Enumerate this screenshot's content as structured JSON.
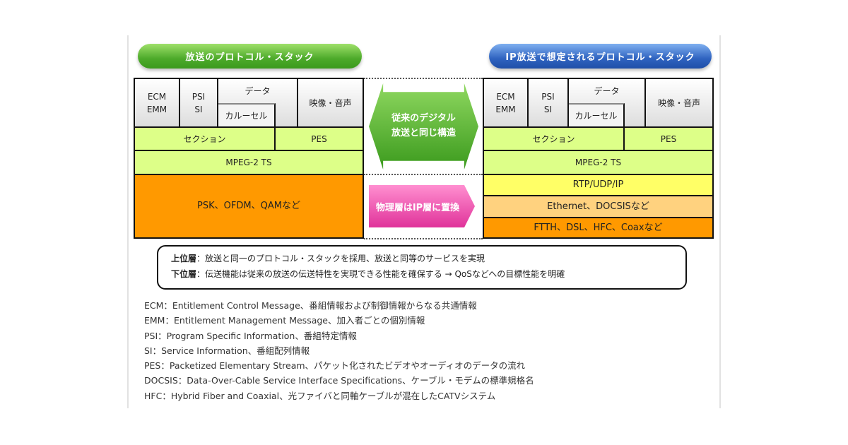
{
  "headers": {
    "left": "放送のプロトコル・スタック",
    "right": "IP放送で想定されるプロトコル・スタック"
  },
  "stack": {
    "ecm_emm": "ECM\nEMM",
    "psi_si": "PSI\nSI",
    "data": "データ",
    "carousel": "カルーセル",
    "video_audio": "映像・音声",
    "section": "セクション",
    "pes": "PES",
    "mpeg2ts": "MPEG-2 TS"
  },
  "left_physical": "PSK、OFDM、QAMなど",
  "right_lower": {
    "rtp": "RTP/UDP/IP",
    "ethernet": "Ethernet、DOCSISなど",
    "ftth": "FTTH、DSL、HFC、Coaxなど"
  },
  "middle": {
    "same_structure": "従来のデジタル\n放送と同じ構造",
    "replace": "物理層はIP層に置換"
  },
  "summary": [
    {
      "label": "上位層",
      "text": "：放送と同一のプロトコル・スタックを採用、放送と同等のサービスを実現"
    },
    {
      "label": "下位層",
      "text": "：伝送機能は従来の放送の伝送特性を実現できる性能を確保する → QoSなどへの目標性能を明確"
    }
  ],
  "glossary": [
    "ECM：Entitlement Control Message、番組情報および制御情報からなる共通情報",
    "EMM：Entitlement Management Message、加入者ごとの個別情報",
    "PSI：Program Specific Information、番組特定情報",
    "SI：Service Information、番組配列情報",
    "PES：Packetized Elementary Stream、パケット化されたビデオやオーディオのデータの流れ",
    "DOCSIS：Data-Over-Cable Service Interface Specifications、ケーブル・モデムの標準規格名",
    "HFC：Hybrid Fiber and Coaxial、光ファイバと同軸ケーブルが混在したCATVシステム"
  ]
}
